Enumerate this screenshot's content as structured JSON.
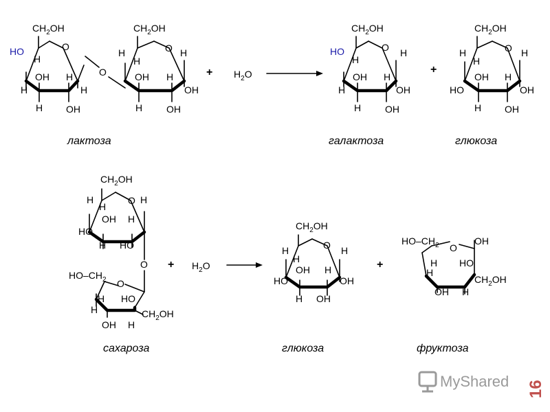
{
  "reactions": [
    {
      "reactants": {
        "label": "лактоза"
      },
      "reagent": "H2O",
      "products": [
        {
          "label": "галактоза"
        },
        {
          "label": "глюкоза"
        }
      ]
    },
    {
      "reactants": {
        "label": "сахароза"
      },
      "reagent": "H2O",
      "products": [
        {
          "label": "глюкоза"
        },
        {
          "label": "фруктоза"
        }
      ]
    }
  ],
  "atoms": {
    "ch2oh_main": "CH",
    "ch2oh_sub": "2",
    "ch2oh_tail": "OH",
    "ho": "HO",
    "oh": "OH",
    "h": "H",
    "o": "O",
    "ho_ch2_main": "HO–CH",
    "h2o_h": "H",
    "h2o_sub": "2",
    "h2o_o": "O"
  },
  "plus": "+",
  "colors": {
    "highlight_ho": "#1a1aa8",
    "slide_number": "#c0504d",
    "watermark": "#9a9a9a"
  },
  "footer": {
    "watermark": "MyShared",
    "slide_number": "16"
  }
}
